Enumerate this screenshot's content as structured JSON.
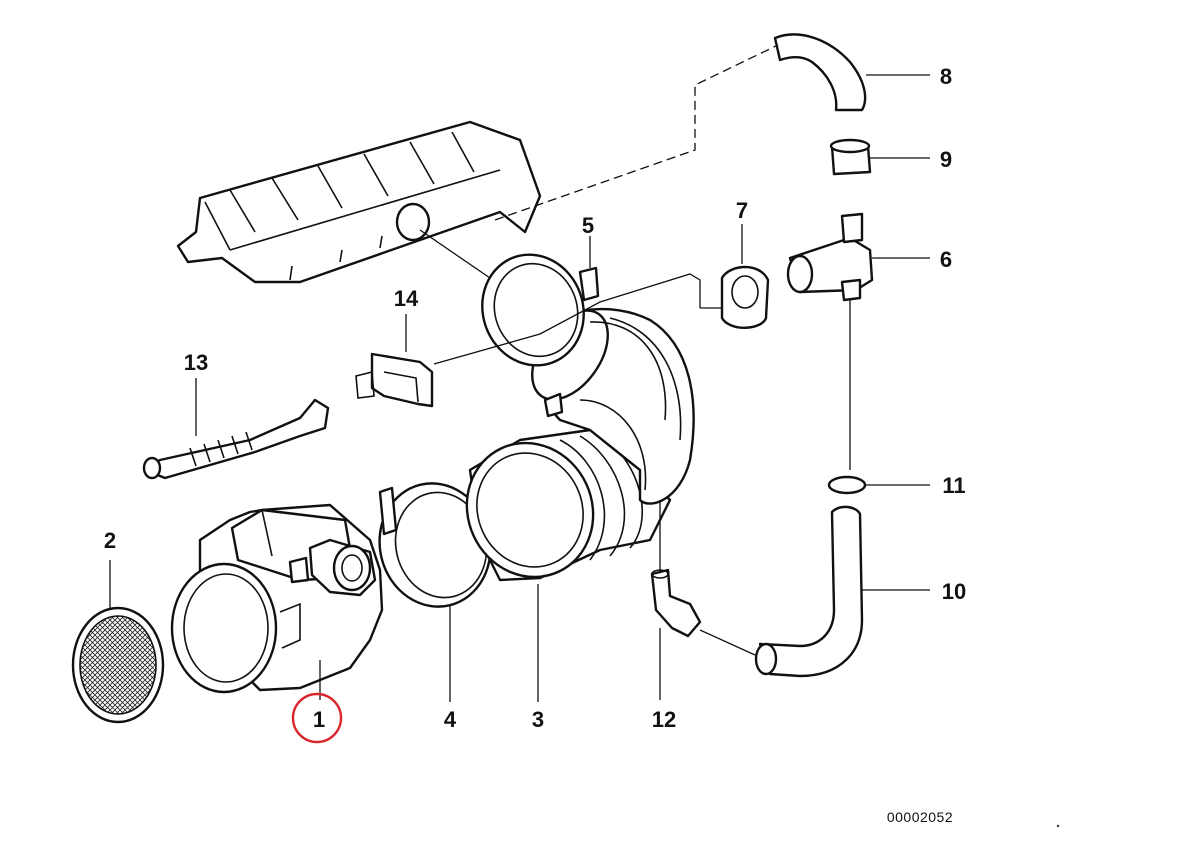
{
  "diagram": {
    "drawing_code": "00002052",
    "highlight_color": "#d9262c",
    "callouts": [
      {
        "id": "1",
        "label": "1",
        "highlighted": true
      },
      {
        "id": "2",
        "label": "2"
      },
      {
        "id": "3",
        "label": "3"
      },
      {
        "id": "4",
        "label": "4"
      },
      {
        "id": "5",
        "label": "5"
      },
      {
        "id": "6",
        "label": "6"
      },
      {
        "id": "7",
        "label": "7"
      },
      {
        "id": "8",
        "label": "8"
      },
      {
        "id": "9",
        "label": "9"
      },
      {
        "id": "10",
        "label": "10"
      },
      {
        "id": "11",
        "label": "11"
      },
      {
        "id": "12",
        "label": "12"
      },
      {
        "id": "13",
        "label": "13"
      },
      {
        "id": "14",
        "label": "14"
      }
    ]
  }
}
